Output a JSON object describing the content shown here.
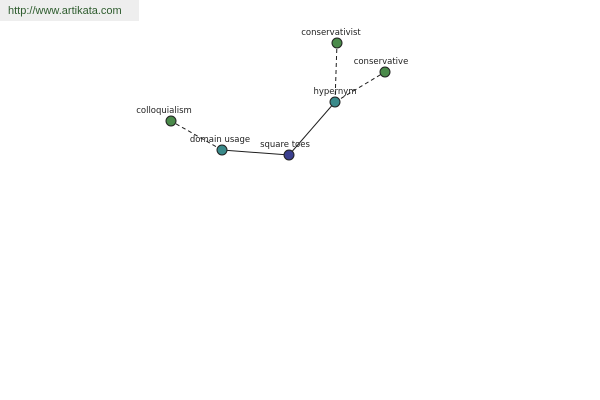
{
  "watermark": {
    "url": "http://www.artikata.com",
    "color": "#2e5c2e"
  },
  "colors": {
    "root": "#3b3f8f",
    "relation": "#3a8a8a",
    "term": "#4a8a4a"
  },
  "nodes": [
    {
      "id": "square-toes",
      "label": "square toes",
      "kind": "root"
    },
    {
      "id": "domain-usage",
      "label": "domain usage",
      "kind": "relation"
    },
    {
      "id": "colloquialism",
      "label": "colloquialism",
      "kind": "term"
    },
    {
      "id": "hypernym",
      "label": "hypernym",
      "kind": "relation"
    },
    {
      "id": "conservativist",
      "label": "conservativist",
      "kind": "term"
    },
    {
      "id": "conservative",
      "label": "conservative",
      "kind": "term"
    }
  ],
  "edges": [
    {
      "from": "square-toes",
      "to": "domain-usage",
      "style": "solid"
    },
    {
      "from": "square-toes",
      "to": "hypernym",
      "style": "solid"
    },
    {
      "from": "domain-usage",
      "to": "colloquialism",
      "style": "dashed"
    },
    {
      "from": "hypernym",
      "to": "conservativist",
      "style": "dashed"
    },
    {
      "from": "hypernym",
      "to": "conservative",
      "style": "dashed"
    }
  ]
}
